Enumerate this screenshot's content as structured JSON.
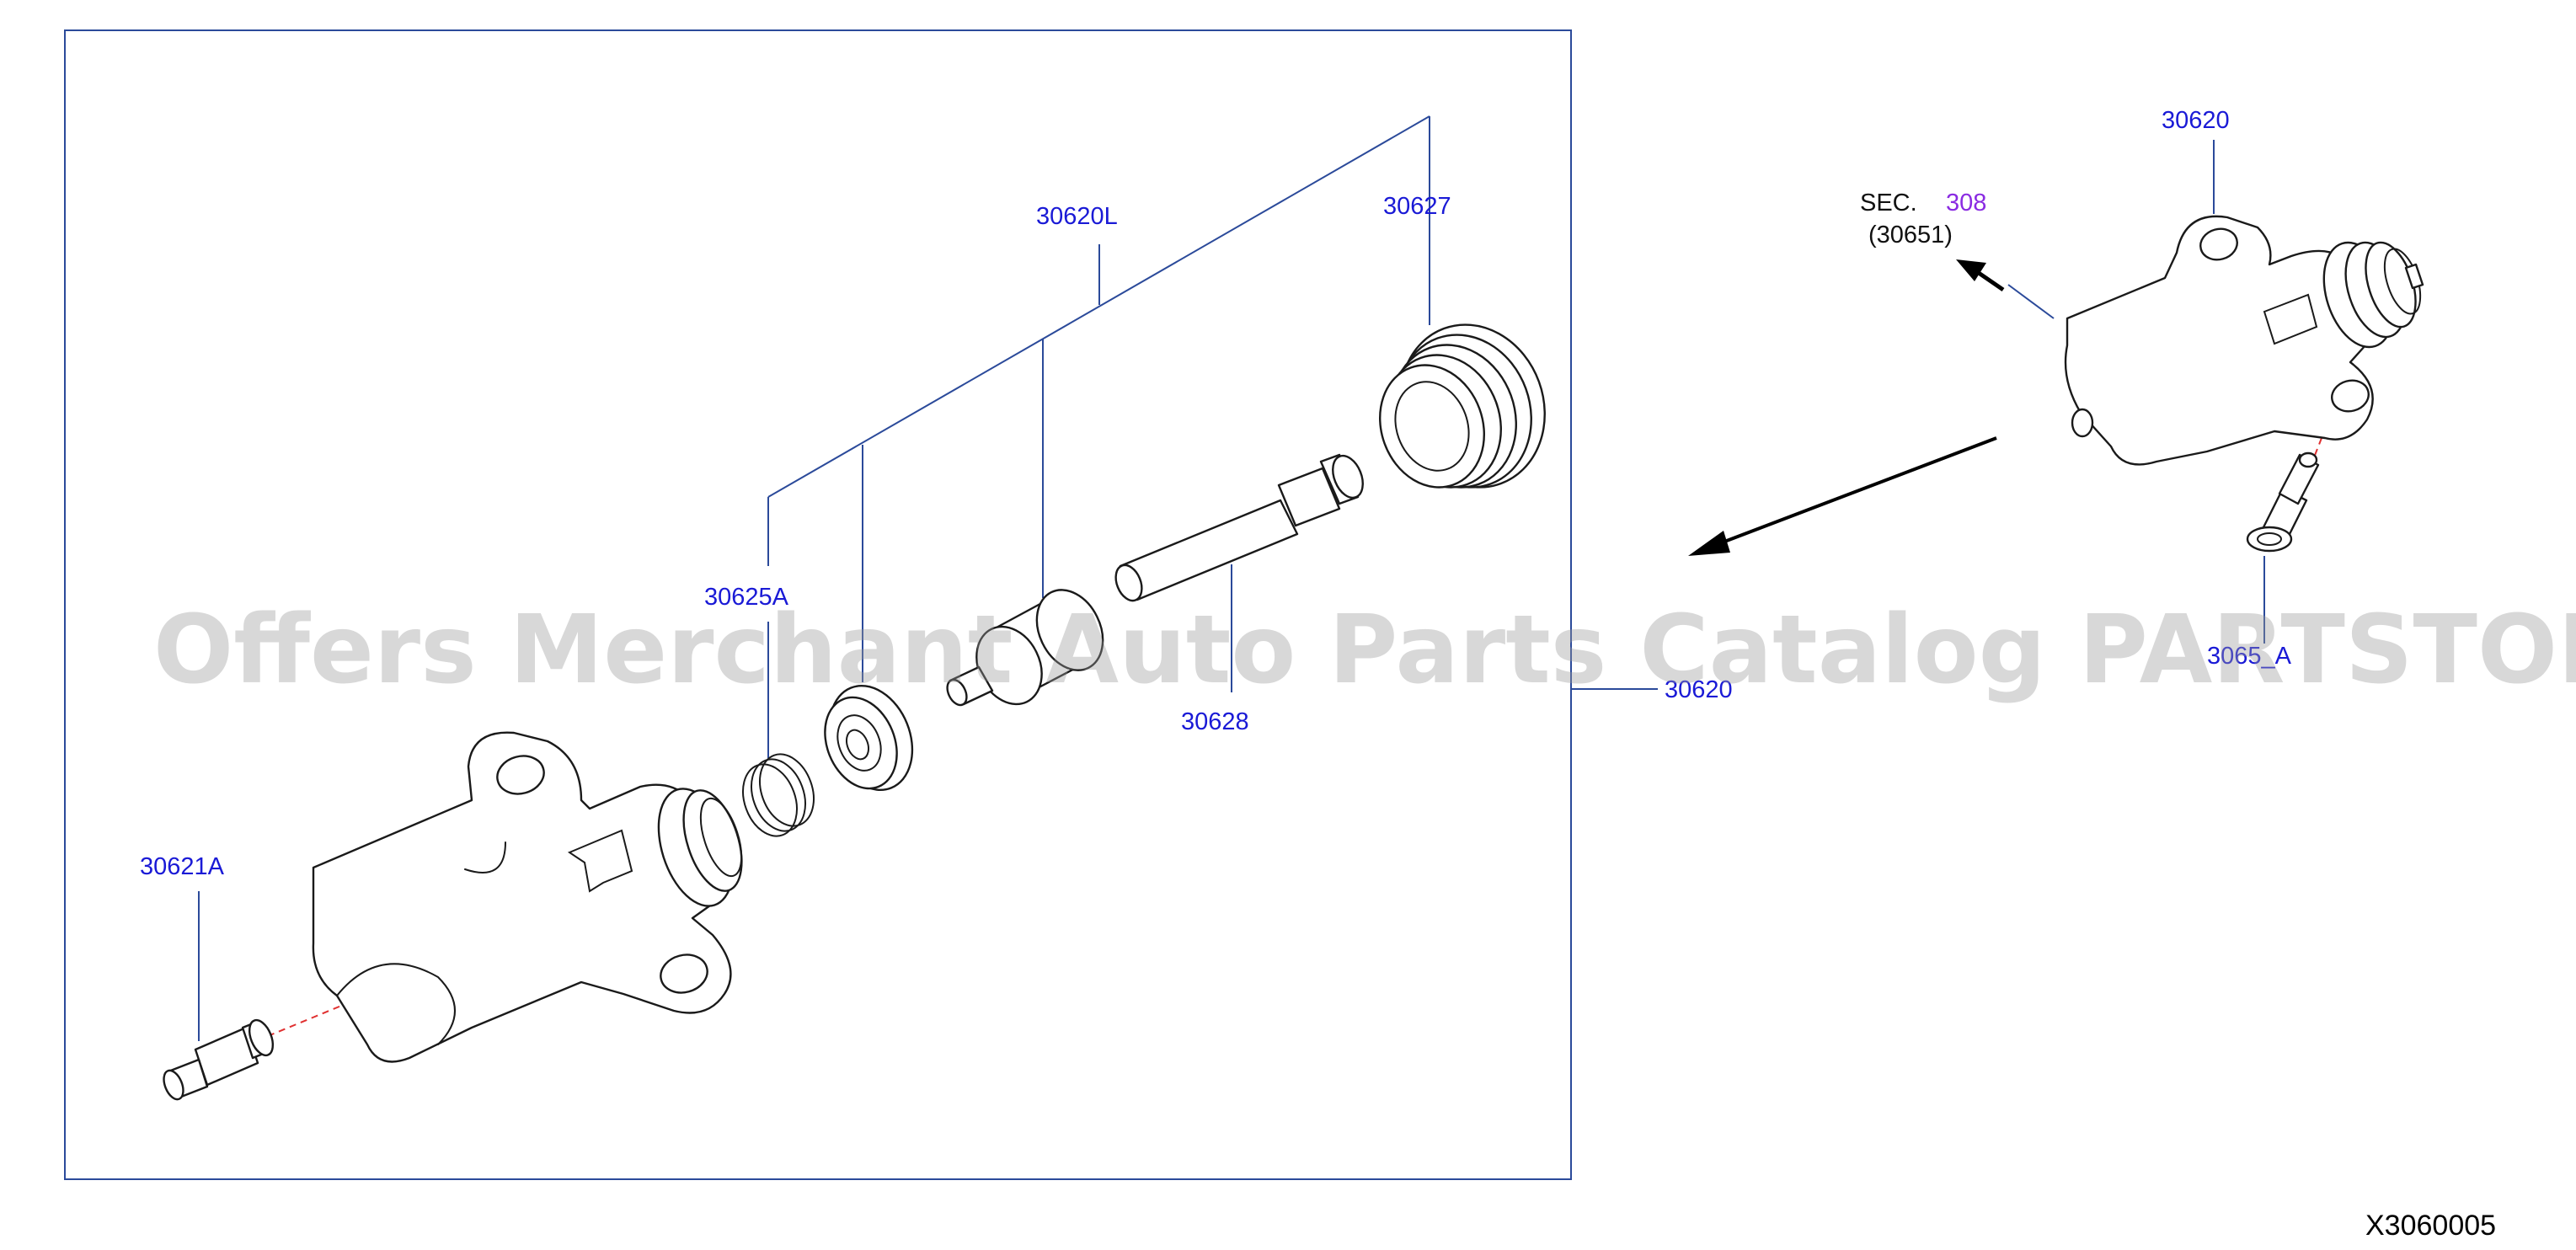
{
  "labels": {
    "assembly": "30620L",
    "boot": "30627",
    "spring": "30625A",
    "push_rod": "30628",
    "bleeder": "30621A",
    "cylinder_main": "30620",
    "cylinder_assembled": "30620",
    "bolt": "3065_A",
    "sec_prefix": "SEC.",
    "sec_number": "308",
    "sec_ref": "(30651)"
  },
  "diagram_code": "X3060005",
  "watermark": "Offers Merchant Auto Parts Catalog PARTSTORE.SA",
  "colors": {
    "label": "#1a1ad6",
    "leader": "#2b4a9a",
    "sec_number": "#8a2be2",
    "frame": "#2b4a9a",
    "center_line": "#e03030"
  }
}
